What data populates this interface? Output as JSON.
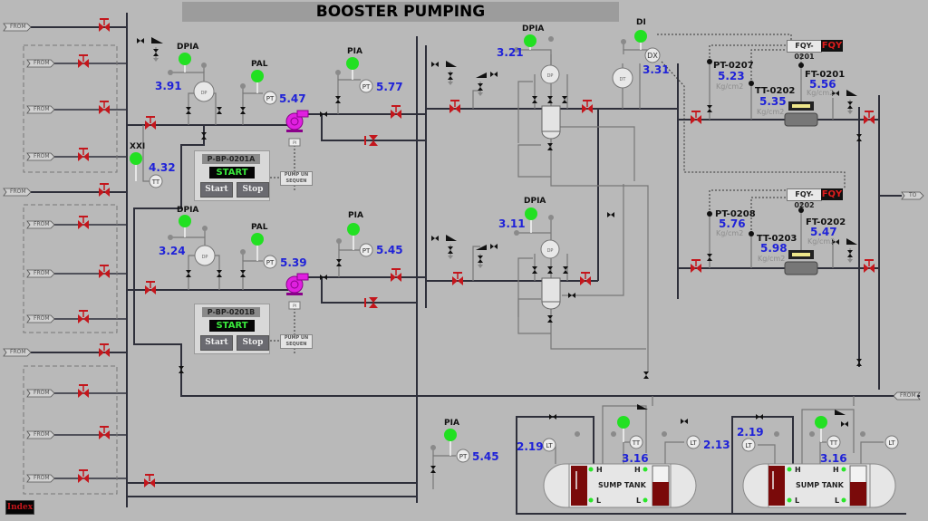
{
  "header": {
    "title": "BOOSTER PUMPING"
  },
  "colors": {
    "background": "#b9b9b9",
    "pipe": "#2e2f3a",
    "valve": "#c4161c",
    "alarm_ok": "#22e022",
    "value_text": "#1f22d8",
    "pump": "#e020e0",
    "tank_level": "#7a0a0a"
  },
  "connectors": {
    "from_label": "FROM",
    "to_label": "TO"
  },
  "instruments": {
    "dpia_1": {
      "tag": "DPIA",
      "value": "3.91",
      "symbol": "DP"
    },
    "pal_1": {
      "tag": "PAL",
      "value": "5.47",
      "symbol": "PT"
    },
    "pia_1": {
      "tag": "PIA",
      "value": "5.77",
      "symbol": "PT"
    },
    "xxi_1": {
      "tag": "XXI",
      "value": "4.32",
      "symbol": "TT"
    },
    "dpia_2": {
      "tag": "DPIA",
      "value": "3.24",
      "symbol": "DP"
    },
    "pal_2": {
      "tag": "PAL",
      "value": "5.39",
      "symbol": "PT"
    },
    "pia_2": {
      "tag": "PIA",
      "value": "5.45",
      "symbol": "PT"
    },
    "dpia_filter1": {
      "tag": "DPIA",
      "value": "3.21",
      "symbol": "DP"
    },
    "dpia_filter2": {
      "tag": "DPIA",
      "value": "3.11",
      "symbol": "DP"
    },
    "di": {
      "tag": "DI",
      "value": "3.31",
      "symbol": "DX",
      "sub": "DT"
    },
    "pia_sump": {
      "tag": "PIA",
      "value": "5.45",
      "symbol": "PT"
    }
  },
  "pumps": [
    {
      "name": "P-BP-0201A",
      "status": "START",
      "start_label": "Start",
      "stop_label": "Stop",
      "seq_label": "PUMP UN SEQUEN",
      "pi_label": "PI"
    },
    {
      "name": "P-BP-0201B",
      "status": "START",
      "start_label": "Start",
      "stop_label": "Stop",
      "seq_label": "PUMP UN SEQUEN",
      "pi_label": "PI"
    }
  ],
  "metering": [
    {
      "fqy_tag": "FQY-0201",
      "fqy_badge": "FQY",
      "pt": {
        "tag": "PT-0207",
        "value": "5.23",
        "unit": "Kg/cm2"
      },
      "tt": {
        "tag": "TT-0202",
        "value": "5.35",
        "unit": "Kg/cm2"
      },
      "ft": {
        "tag": "FT-0201",
        "value": "5.56",
        "unit": "Kg/cm2"
      }
    },
    {
      "fqy_tag": "FQY-0202",
      "fqy_badge": "FQY",
      "pt": {
        "tag": "PT-0208",
        "value": "5.76",
        "unit": "Kg/cm2"
      },
      "tt": {
        "tag": "TT-0203",
        "value": "5.98",
        "unit": "Kg/cm2"
      },
      "ft": {
        "tag": "FT-0202",
        "value": "5.47",
        "unit": "Kg/cm2"
      }
    }
  ],
  "sump_tanks": [
    {
      "name": "SUMP TANK",
      "lt_left": "2.19",
      "tt_value": "3.16",
      "lt_right": "2.13",
      "lt_symbol": "LT",
      "tt_symbol": "TT",
      "high": "H",
      "low": "L",
      "level_fraction": 0.6
    },
    {
      "name": "SUMP TANK",
      "lt_left": "2.19",
      "tt_value": "3.16",
      "lt_right": "",
      "lt_symbol": "LT",
      "tt_symbol": "TT",
      "high": "H",
      "low": "L",
      "level_fraction": 0.6
    }
  ],
  "footer": {
    "index_label": "Index"
  }
}
